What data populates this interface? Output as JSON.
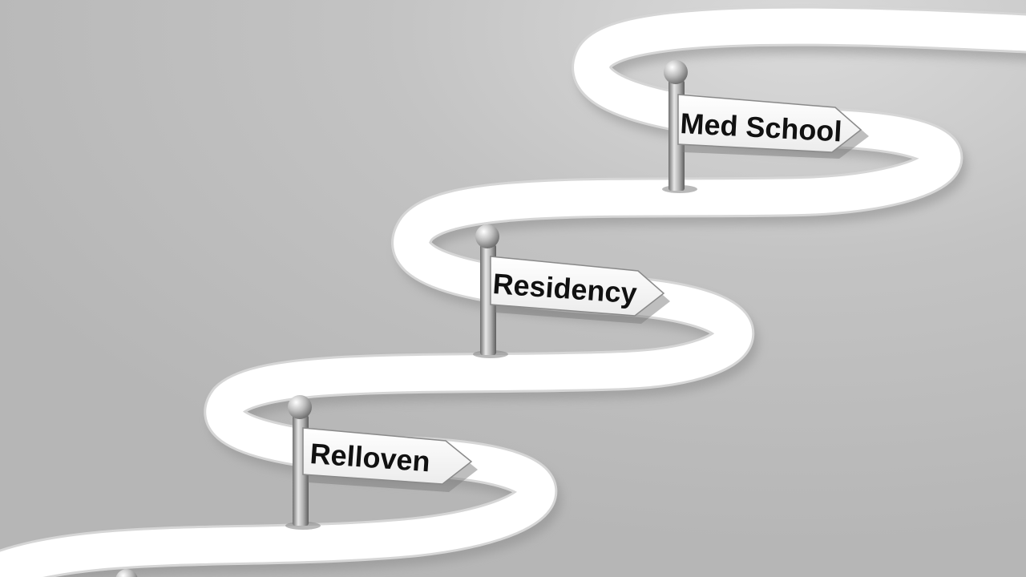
{
  "colors": {
    "background": "#bdbdbd",
    "road": "#ffffff",
    "road_shadow": "#8f8f8f",
    "pole": "#9c9c9c",
    "sign": "#ffffff",
    "sign_text": "#111111"
  },
  "signs": [
    {
      "label": "Med School"
    },
    {
      "label": "Residency"
    },
    {
      "label": "Relloven"
    }
  ]
}
